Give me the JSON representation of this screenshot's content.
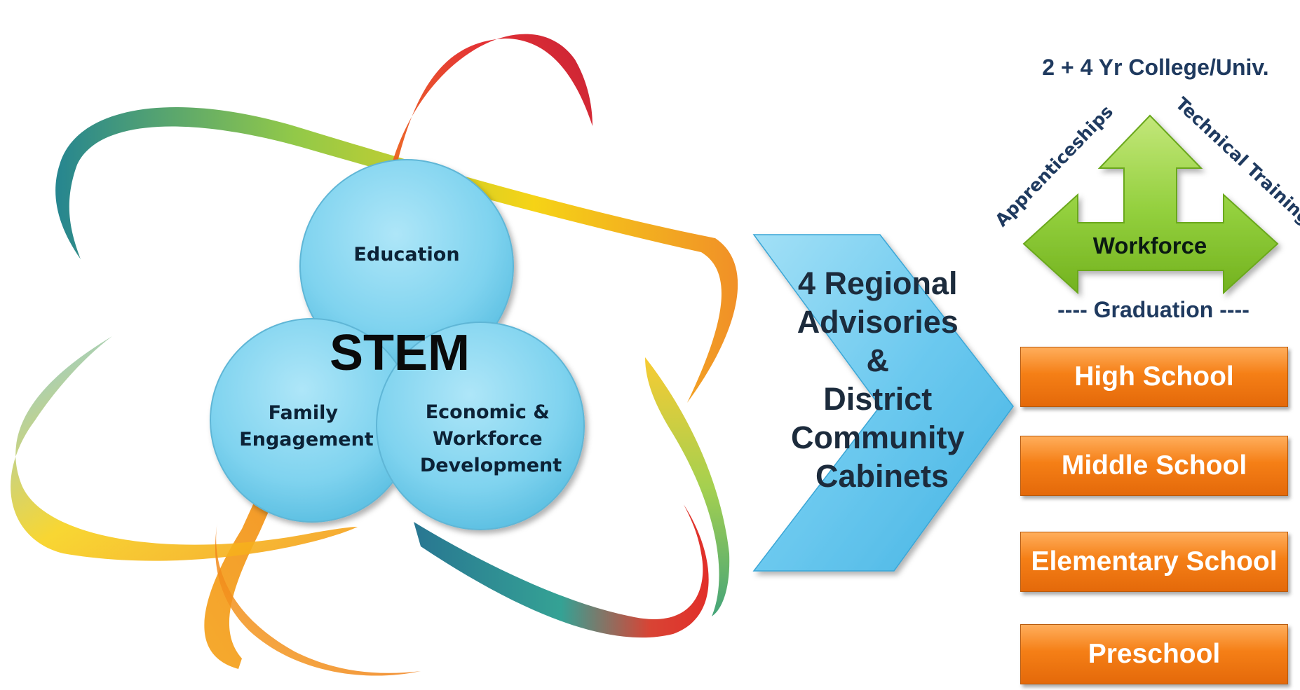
{
  "stem": {
    "title": "STEM",
    "circles": [
      {
        "id": "education",
        "lines": [
          "Education"
        ]
      },
      {
        "id": "family",
        "lines": [
          "Family",
          "Engagement"
        ]
      },
      {
        "id": "economic",
        "lines": [
          "Economic &",
          "Workforce",
          "Development"
        ]
      }
    ]
  },
  "chevron": {
    "lines": [
      "4 Regional",
      "Advisories",
      "&",
      "District",
      "Community",
      "Cabinets"
    ]
  },
  "pathway": {
    "college": "2 + 4 Yr College/Univ.",
    "apprenticeships": "Apprenticeships",
    "technical_training": "Technical Training",
    "workforce": "Workforce",
    "graduation": "---- Graduation ----"
  },
  "schools": [
    "High School",
    "Middle School",
    "Elementary School",
    "Preschool"
  ],
  "colors": {
    "circle_fill": "#7fd3ef",
    "chevron_fill": "#6cc9ef",
    "arrow_green": "#92cf3c",
    "school_orange": "#f57f16",
    "heading_navy": "#1f3a5f"
  }
}
